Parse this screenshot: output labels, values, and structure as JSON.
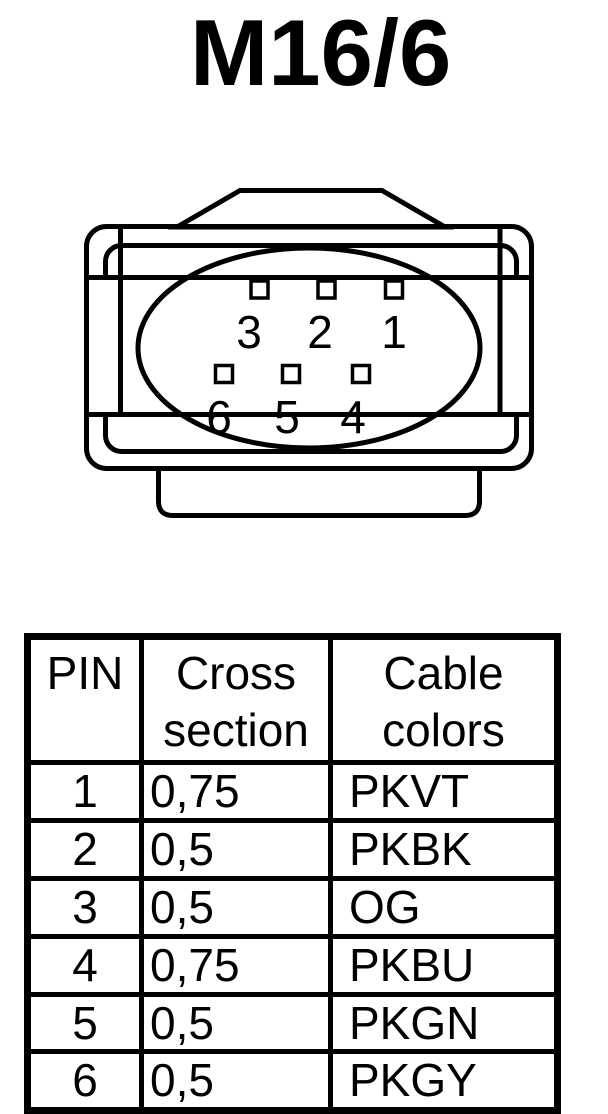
{
  "title": "M16/6",
  "colors": {
    "ink": "#000000",
    "background": "#ffffff"
  },
  "connector": {
    "pin_labels": [
      "3",
      "2",
      "1",
      "6",
      "5",
      "4"
    ]
  },
  "table": {
    "headers": [
      "PIN",
      "Cross section",
      "Cable colors"
    ],
    "rows": [
      [
        "1",
        "0,75",
        "PKVT"
      ],
      [
        "2",
        "0,5",
        "PKBK"
      ],
      [
        "3",
        "0,5",
        "OG"
      ],
      [
        "4",
        "0,75",
        "PKBU"
      ],
      [
        "5",
        "0,5",
        "PKGN"
      ],
      [
        "6",
        "0,5",
        "PKGY"
      ]
    ]
  }
}
